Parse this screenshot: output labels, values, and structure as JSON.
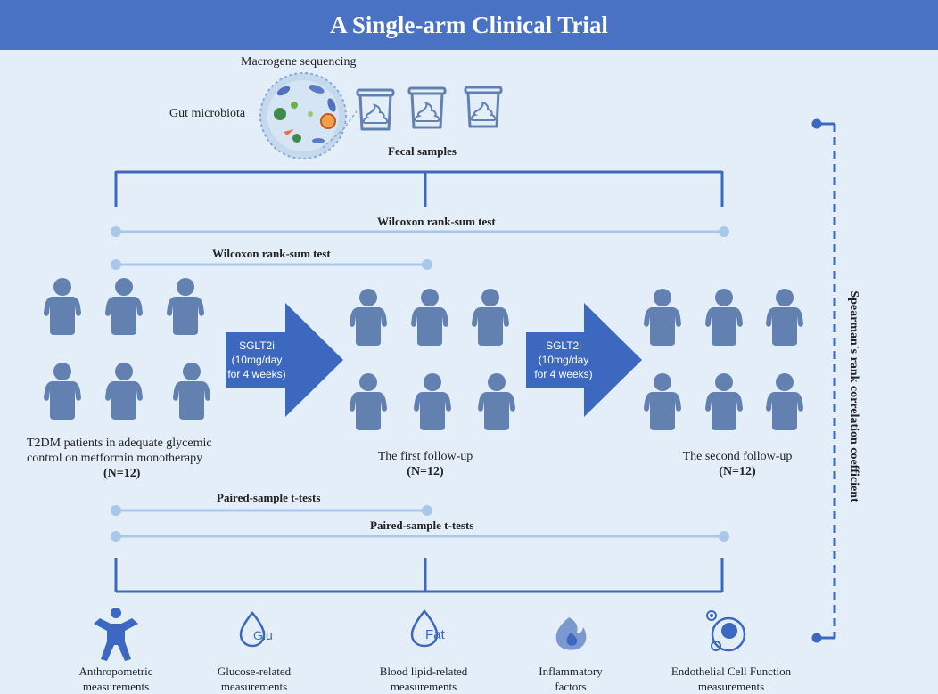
{
  "title": "A Single-arm Clinical Trial",
  "top": {
    "macrogene_label": "Macrogene sequencing",
    "gut_label": "Gut microbiota",
    "fecal_label": "Fecal samples"
  },
  "tests": {
    "wilcoxon_long": "Wilcoxon rank-sum test",
    "wilcoxon_short": "Wilcoxon rank-sum test",
    "paired_short": "Paired-sample t-tests",
    "paired_long": "Paired-sample t-tests"
  },
  "arrows": [
    {
      "line1": "SGLT2i",
      "line2": "(10mg/day",
      "line3": "for 4 weeks)"
    },
    {
      "line1": "SGLT2i",
      "line2": "(10mg/day",
      "line3": "for 4 weeks)"
    }
  ],
  "groups": [
    {
      "line1": "T2DM patients in adequate glycemic",
      "line2": "control on metformin monotherapy",
      "n": "(N=12)"
    },
    {
      "line1": "The first follow-up",
      "n": "(N=12)"
    },
    {
      "line1": "The second follow-up",
      "n": "(N=12)"
    }
  ],
  "correlation_label": "Spearman's rank correlation coefficient",
  "measurements": [
    {
      "line1": "Anthropometric",
      "line2": "measurements",
      "icon": "person-icon"
    },
    {
      "line1": "Glucose-related",
      "line2": "measurements",
      "icon": "glucose-drop-icon",
      "icon_text": "Glu"
    },
    {
      "line1": "Blood lipid-related",
      "line2": "measurements",
      "icon": "fat-drop-icon",
      "icon_text": "Fat"
    },
    {
      "line1": "Inflammatory",
      "line2": "factors",
      "icon": "flame-icon"
    },
    {
      "line1": "Endothelial Cell Function",
      "line2": "measurements",
      "icon": "cell-icon"
    }
  ],
  "colors": {
    "banner": "#4a72c4",
    "dark": "#3d68c0",
    "light": "#a9c7e8",
    "icon": "#6381b0",
    "background": "#e3eef9"
  }
}
